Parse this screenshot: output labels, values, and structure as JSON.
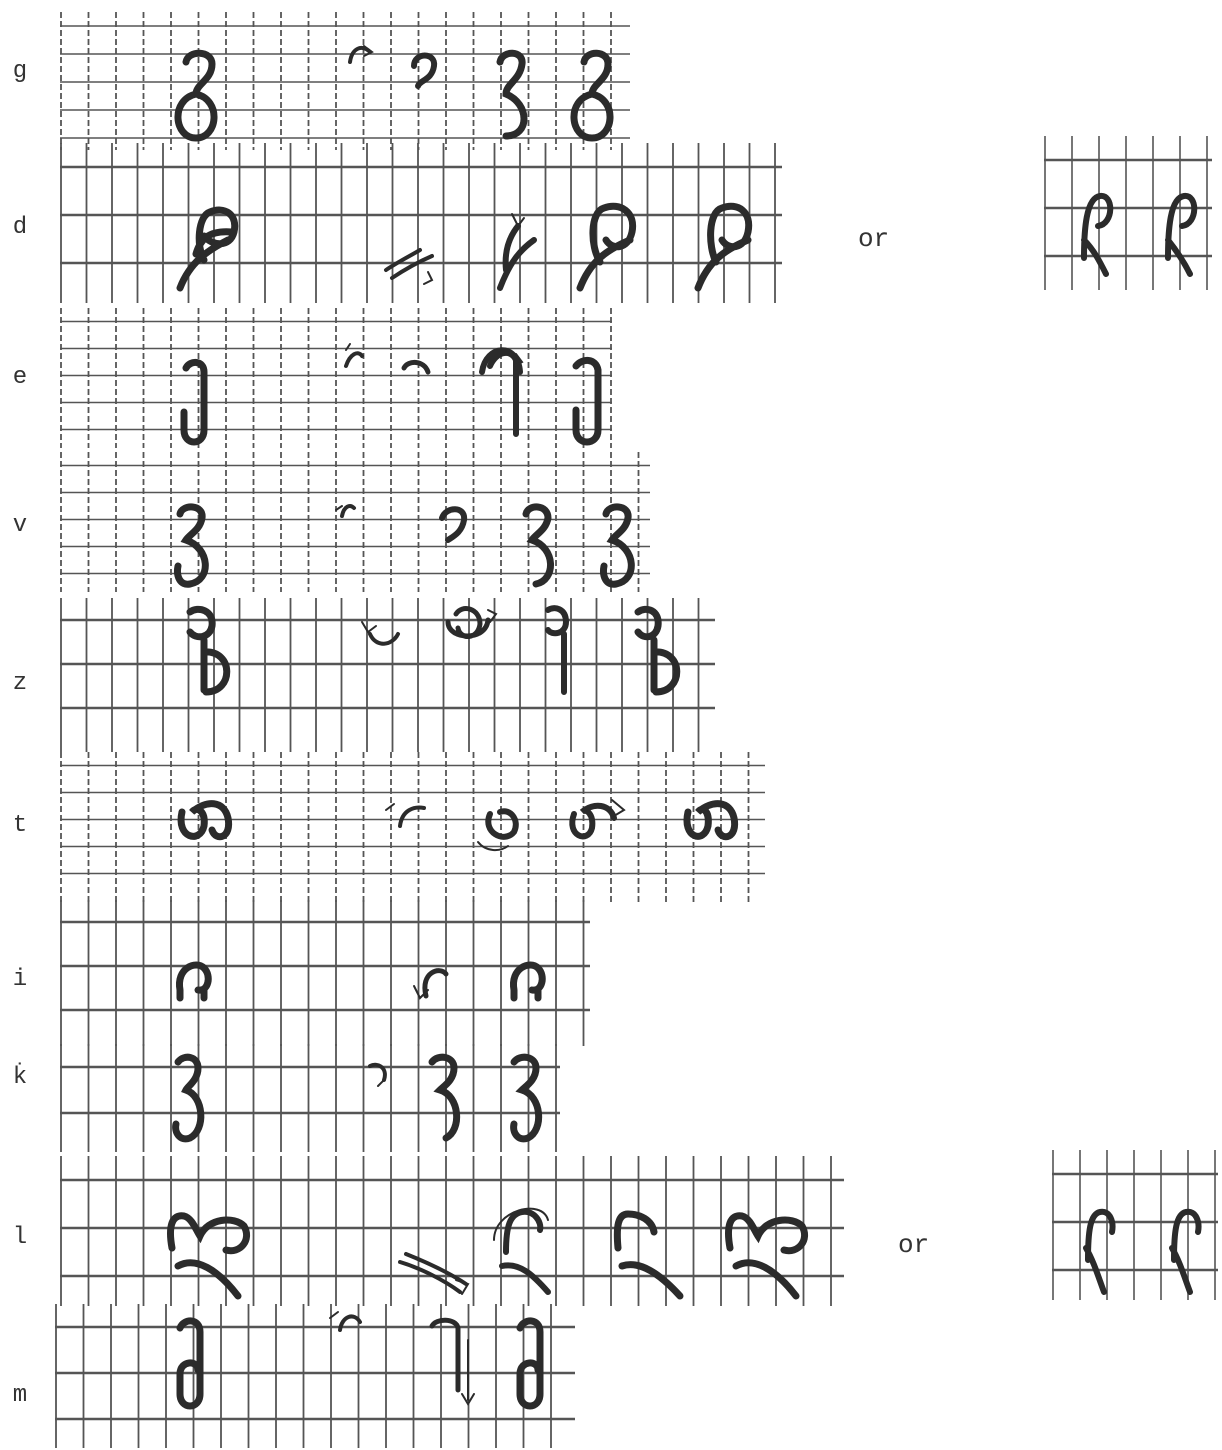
{
  "page": {
    "colors": {
      "ink": "#2b2b2b",
      "grid": "#555555",
      "paper": "#ffffff"
    },
    "rows": [
      {
        "label": "g"
      },
      {
        "label": "d",
        "alt_label": "or"
      },
      {
        "label": "e"
      },
      {
        "label": "v"
      },
      {
        "label": "z"
      },
      {
        "label": "t"
      },
      {
        "label": "i"
      },
      {
        "label": "k̇"
      },
      {
        "label": "l",
        "alt_label": "or"
      },
      {
        "label": "m"
      }
    ]
  }
}
